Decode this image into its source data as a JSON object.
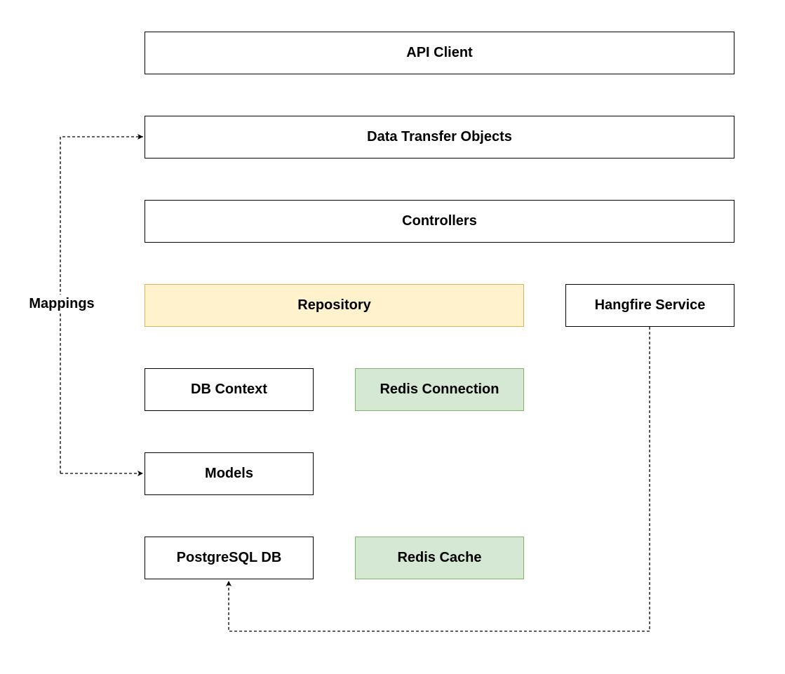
{
  "nodes": {
    "api_client": "API Client",
    "data_transfer_objects": "Data Transfer Objects",
    "controllers": "Controllers",
    "repository": "Repository",
    "hangfire_service": "Hangfire Service",
    "db_context": "DB Context",
    "redis_connection": "Redis Connection",
    "models": "Models",
    "postgresql_db": "PostgreSQL DB",
    "redis_cache": "Redis Cache"
  },
  "edges": {
    "mappings_label": "Mappings"
  },
  "colors": {
    "repository_fill": "#fff2cc",
    "repository_stroke": "#d6b656",
    "redis_fill": "#d5e8d4",
    "redis_stroke": "#82b366",
    "default_stroke": "#000000"
  }
}
